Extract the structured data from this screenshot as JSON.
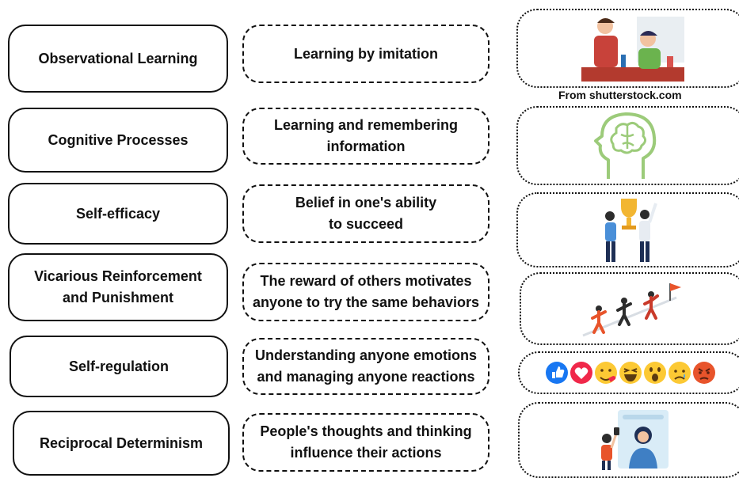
{
  "rows": [
    {
      "concept": "Observational Learning",
      "desc_lines": [
        "Learning by imitation"
      ],
      "image_icon": "parent-child-brushing-teeth-illustration"
    },
    {
      "concept": "Cognitive Processes",
      "desc_lines": [
        "Learning and remembering",
        "information"
      ],
      "image_icon": "brain-head-icon"
    },
    {
      "concept": "Self-efficacy",
      "desc_lines": [
        "Belief in one's ability",
        "to succeed"
      ],
      "image_icon": "trophy-teamwork-illustration"
    },
    {
      "concept_lines": [
        "Vicarious Reinforcement",
        "and Punishment"
      ],
      "desc_lines": [
        "The reward of others motivates",
        "anyone to try the same behaviors"
      ],
      "image_icon": "people-climbing-to-flag-illustration"
    },
    {
      "concept": "Self-regulation",
      "desc_lines": [
        "Understanding anyone emotions",
        "and managing anyone reactions"
      ],
      "image_icon": "emoji-reactions-row"
    },
    {
      "concept": "Reciprocal Determinism",
      "desc_lines": [
        "People's thoughts and thinking",
        "influence their actions"
      ],
      "image_icon": "people-selfie-illustration"
    }
  ],
  "credit": "From shutterstock.com",
  "colors": {
    "border": "#111111",
    "brain_green": "#9ccb7a",
    "like_blue": "#1877f2",
    "love_red": "#f0284a",
    "emoji_yellow": "#fcc934",
    "angry_orange": "#e8542b"
  }
}
